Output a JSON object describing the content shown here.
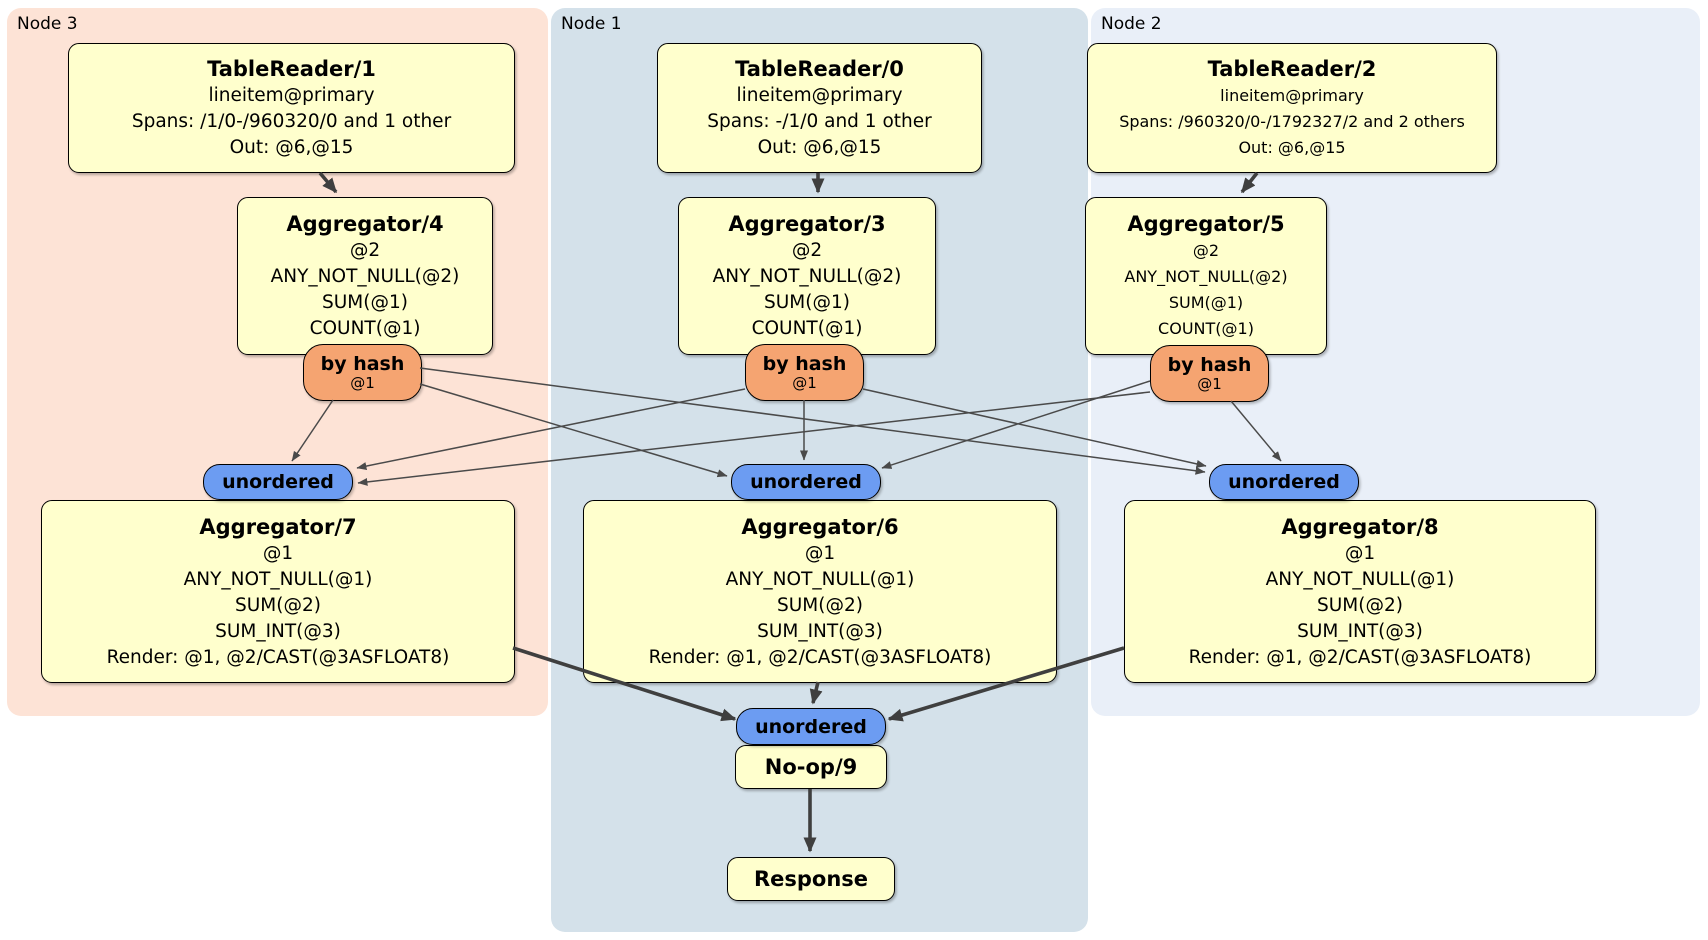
{
  "panels": {
    "node3": {
      "label": "Node 3"
    },
    "node1": {
      "label": "Node 1"
    },
    "node2": {
      "label": "Node 2"
    }
  },
  "processors": {
    "tr1": {
      "title": "TableReader/1",
      "lines": [
        "lineitem@primary",
        "Spans: /1/0-/960320/0 and 1 other",
        "Out: @6,@15"
      ]
    },
    "tr0": {
      "title": "TableReader/0",
      "lines": [
        "lineitem@primary",
        "Spans: -/1/0 and 1 other",
        "Out: @6,@15"
      ]
    },
    "tr2": {
      "title": "TableReader/2",
      "lines": [
        "lineitem@primary",
        "Spans: /960320/0-/1792327/2 and 2 others",
        "Out: @6,@15"
      ]
    },
    "agg4": {
      "title": "Aggregator/4",
      "lines": [
        "@2",
        "ANY_NOT_NULL(@2)",
        "SUM(@1)",
        "COUNT(@1)"
      ]
    },
    "agg3": {
      "title": "Aggregator/3",
      "lines": [
        "@2",
        "ANY_NOT_NULL(@2)",
        "SUM(@1)",
        "COUNT(@1)"
      ]
    },
    "agg5": {
      "title": "Aggregator/5",
      "lines": [
        "@2",
        "ANY_NOT_NULL(@2)",
        "SUM(@1)",
        "COUNT(@1)"
      ]
    },
    "agg7": {
      "title": "Aggregator/7",
      "lines": [
        "@1",
        "ANY_NOT_NULL(@1)",
        "SUM(@2)",
        "SUM_INT(@3)",
        "Render: @1, @2/CAST(@3ASFLOAT8)"
      ]
    },
    "agg6": {
      "title": "Aggregator/6",
      "lines": [
        "@1",
        "ANY_NOT_NULL(@1)",
        "SUM(@2)",
        "SUM_INT(@3)",
        "Render: @1, @2/CAST(@3ASFLOAT8)"
      ]
    },
    "agg8": {
      "title": "Aggregator/8",
      "lines": [
        "@1",
        "ANY_NOT_NULL(@1)",
        "SUM(@2)",
        "SUM_INT(@3)",
        "Render: @1, @2/CAST(@3ASFLOAT8)"
      ]
    },
    "noop": {
      "title": "No-op/9"
    },
    "response": {
      "title": "Response"
    }
  },
  "routers": {
    "hash3": {
      "label": "by hash",
      "detail": "@1"
    },
    "hash1": {
      "label": "by hash",
      "detail": "@1"
    },
    "hash2": {
      "label": "by hash",
      "detail": "@1"
    }
  },
  "syncs": {
    "u3": {
      "label": "unordered"
    },
    "u1": {
      "label": "unordered"
    },
    "u2": {
      "label": "unordered"
    },
    "ufinal": {
      "label": "unordered"
    }
  },
  "colors": {
    "node3_bg": "#fde3d6",
    "node1_bg": "#d4e1ea",
    "node2_bg": "#e9eff8",
    "processor_bg": "#ffffcd",
    "router_bg": "#f5a471",
    "sync_bg": "#6c9cf2",
    "edge": "#3f3f3f"
  }
}
